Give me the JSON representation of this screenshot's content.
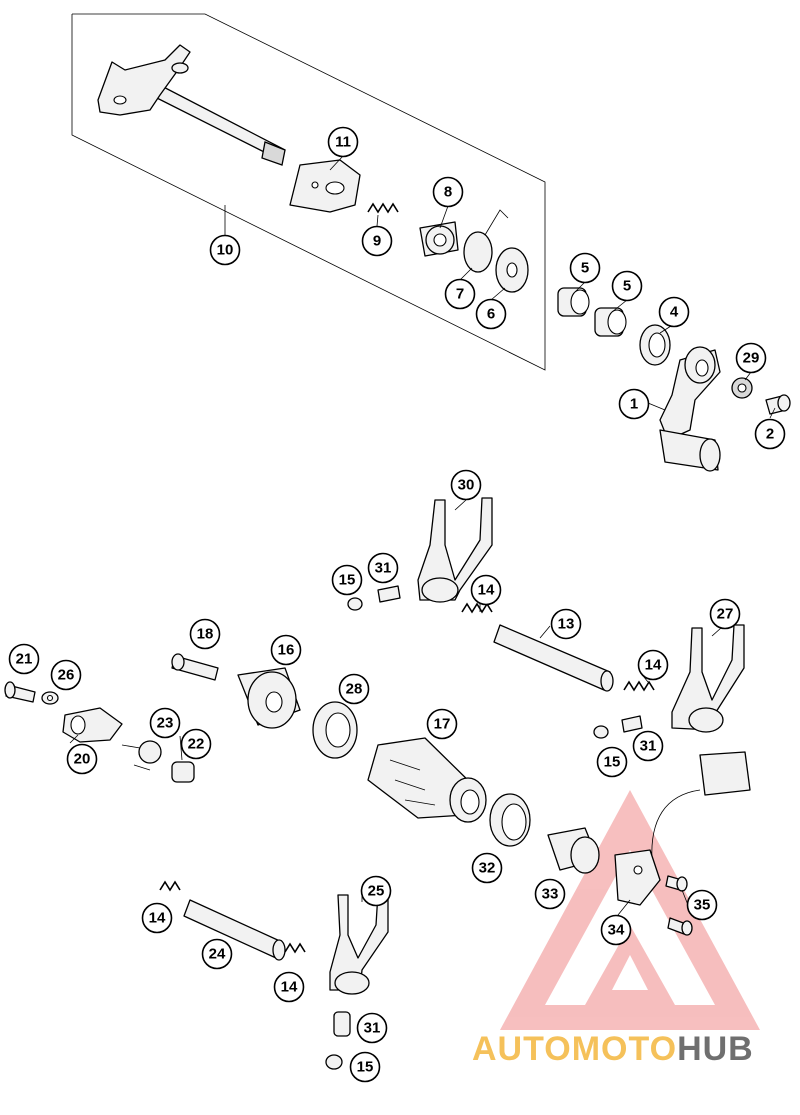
{
  "diagram": {
    "callouts": [
      {
        "id": "c10",
        "label": "10"
      },
      {
        "id": "c11",
        "label": "11"
      },
      {
        "id": "c8",
        "label": "8"
      },
      {
        "id": "c9",
        "label": "9"
      },
      {
        "id": "c7",
        "label": "7"
      },
      {
        "id": "c6",
        "label": "6"
      },
      {
        "id": "c5a",
        "label": "5"
      },
      {
        "id": "c5b",
        "label": "5"
      },
      {
        "id": "c4",
        "label": "4"
      },
      {
        "id": "c29",
        "label": "29"
      },
      {
        "id": "c1",
        "label": "1"
      },
      {
        "id": "c2",
        "label": "2"
      },
      {
        "id": "c30",
        "label": "30"
      },
      {
        "id": "c15a",
        "label": "15"
      },
      {
        "id": "c31a",
        "label": "31"
      },
      {
        "id": "c14a",
        "label": "14"
      },
      {
        "id": "c13",
        "label": "13"
      },
      {
        "id": "c27",
        "label": "27"
      },
      {
        "id": "c14b",
        "label": "14"
      },
      {
        "id": "c31b",
        "label": "31"
      },
      {
        "id": "c15b",
        "label": "15"
      },
      {
        "id": "c18",
        "label": "18"
      },
      {
        "id": "c16",
        "label": "16"
      },
      {
        "id": "c21",
        "label": "21"
      },
      {
        "id": "c26",
        "label": "26"
      },
      {
        "id": "c28",
        "label": "28"
      },
      {
        "id": "c17",
        "label": "17"
      },
      {
        "id": "c23",
        "label": "23"
      },
      {
        "id": "c22",
        "label": "22"
      },
      {
        "id": "c20",
        "label": "20"
      },
      {
        "id": "c32",
        "label": "32"
      },
      {
        "id": "c33",
        "label": "33"
      },
      {
        "id": "c34",
        "label": "34"
      },
      {
        "id": "c35",
        "label": "35"
      },
      {
        "id": "c25",
        "label": "25"
      },
      {
        "id": "c14c",
        "label": "14"
      },
      {
        "id": "c24",
        "label": "24"
      },
      {
        "id": "c14d",
        "label": "14"
      },
      {
        "id": "c31c",
        "label": "31"
      },
      {
        "id": "c15c",
        "label": "15"
      }
    ]
  },
  "watermark": {
    "part1": "AUTOMOTO",
    "part2": "HUB",
    "colors": {
      "triangle": "#f08a8a",
      "text_accent": "#f5c15a",
      "text_dark": "#6f6f6f"
    }
  }
}
